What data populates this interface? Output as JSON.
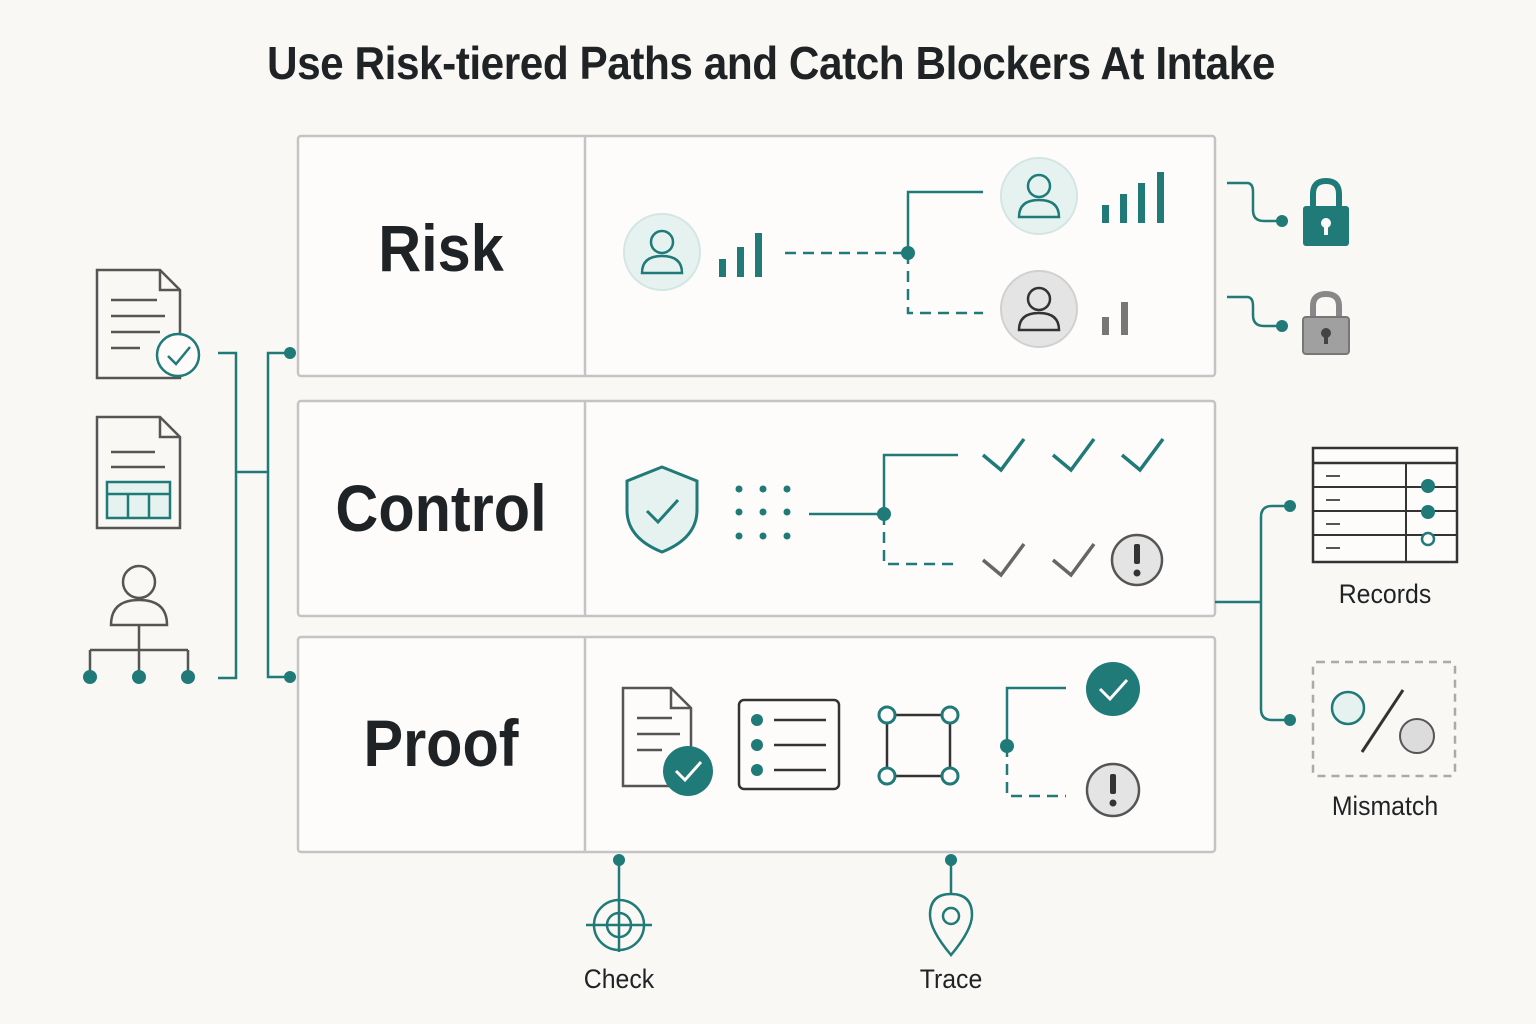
{
  "title": "Use Risk-tiered Paths and Catch Blockers At Intake",
  "rows": [
    {
      "label": "Risk"
    },
    {
      "label": "Control"
    },
    {
      "label": "Proof"
    }
  ],
  "right_outputs": [
    {
      "label": "Records"
    },
    {
      "label": "Mismatch"
    }
  ],
  "bottom_outputs": [
    {
      "label": "Check"
    },
    {
      "label": "Trace"
    }
  ],
  "icons": {
    "inputs": [
      "document-check-icon",
      "spreadsheet-document-icon",
      "org-chart-icon"
    ],
    "risk": [
      "user-icon",
      "signal-bars-icon",
      "lock-icon"
    ],
    "control": [
      "shield-check-icon",
      "dot-grid-icon",
      "checkmark-icon",
      "alert-icon"
    ],
    "proof": [
      "document-check-icon",
      "checklist-icon",
      "node-square-icon",
      "check-circle-icon",
      "alert-icon"
    ],
    "outputs": [
      "records-table-icon",
      "mismatch-icon",
      "target-icon",
      "location-pin-icon"
    ]
  },
  "colors": {
    "accent": "#1f7a78",
    "accent_light": "#e6f2f0",
    "neutral": "#555555",
    "neutral_light": "#e4e4e4",
    "background": "#faf8f4",
    "text": "#1f2326"
  }
}
